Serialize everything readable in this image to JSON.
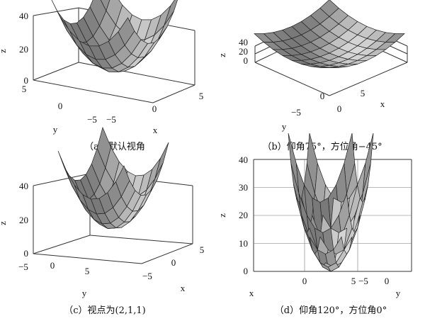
{
  "chart_data": [
    {
      "type": "surface",
      "caption": "（a）默认视角",
      "xlabel": "x",
      "ylabel": "y",
      "zlabel": "z",
      "xlim": [
        -5,
        5
      ],
      "ylim": [
        -5,
        5
      ],
      "zlim": [
        0,
        40
      ],
      "x_ticks": [
        "−5",
        "0",
        "5"
      ],
      "y_ticks": [
        "5",
        "0",
        "−5"
      ],
      "z_ticks": [
        "40",
        "20",
        "0"
      ],
      "surface": "z = x^2 + y^2",
      "grid": true
    },
    {
      "type": "surface",
      "caption": "（b）仰角75°，方位角−45°",
      "xlabel": "x",
      "ylabel": "y",
      "zlabel": "z",
      "x_ticks": [
        "0",
        "5"
      ],
      "y_ticks": [
        "−5",
        "0"
      ],
      "z_ticks": [
        "40",
        "20",
        "0"
      ],
      "grid": true
    },
    {
      "type": "surface",
      "caption": "（c）视点为(2,1,1)",
      "xlabel": "x",
      "ylabel": "y",
      "zlabel": "z",
      "x_ticks": [
        "−5",
        "0",
        "5"
      ],
      "y_ticks": [
        "−5",
        "0",
        "5"
      ],
      "z_ticks": [
        "40",
        "20",
        "0"
      ],
      "grid": true
    },
    {
      "type": "surface",
      "caption": "（d）仰角120°，方位角0°",
      "xlabel": "x",
      "ylabel": "y",
      "zlabel": "z",
      "zlim": [
        0,
        40
      ],
      "x_ticks": [
        "0",
        "5"
      ],
      "y_ticks": [
        "−5",
        "0"
      ],
      "z_ticks": [
        "40",
        "30",
        "20",
        "10",
        "0"
      ],
      "grid": true
    }
  ]
}
